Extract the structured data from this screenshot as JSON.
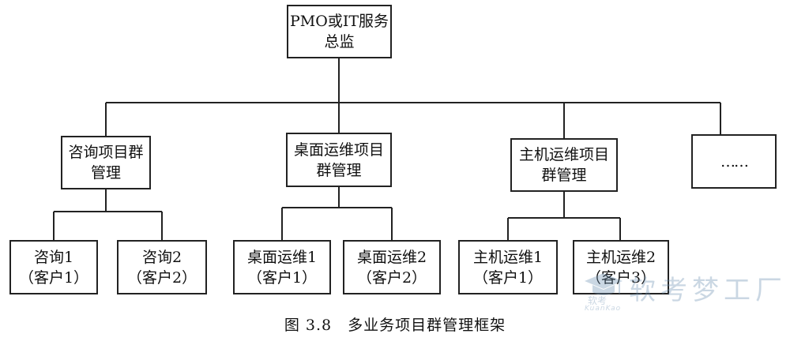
{
  "root": {
    "line1": "PMO或IT服务",
    "line2": "总监"
  },
  "groups": [
    {
      "line1": "咨询项目群",
      "line2": "管理",
      "children": [
        {
          "line1": "咨询1",
          "line2": "（客户1）"
        },
        {
          "line1": "咨询2",
          "line2": "（客户2）"
        }
      ]
    },
    {
      "line1": "桌面运维项目",
      "line2": "群管理",
      "children": [
        {
          "line1": "桌面运维1",
          "line2": "（客户1）"
        },
        {
          "line1": "桌面运维2",
          "line2": "（客户2）"
        }
      ]
    },
    {
      "line1": "主机运维项目",
      "line2": "群管理",
      "children": [
        {
          "line1": "主机运维1",
          "line2": "（客户1）"
        },
        {
          "line1": "主机运维2",
          "line2": "（客户3）"
        }
      ]
    },
    {
      "line1": "……",
      "line2": ""
    }
  ],
  "caption": "图 3.8　多业务项目群管理框架",
  "watermark": {
    "text": "软考梦工厂",
    "small": "软考",
    "latin": "KuanKao"
  }
}
